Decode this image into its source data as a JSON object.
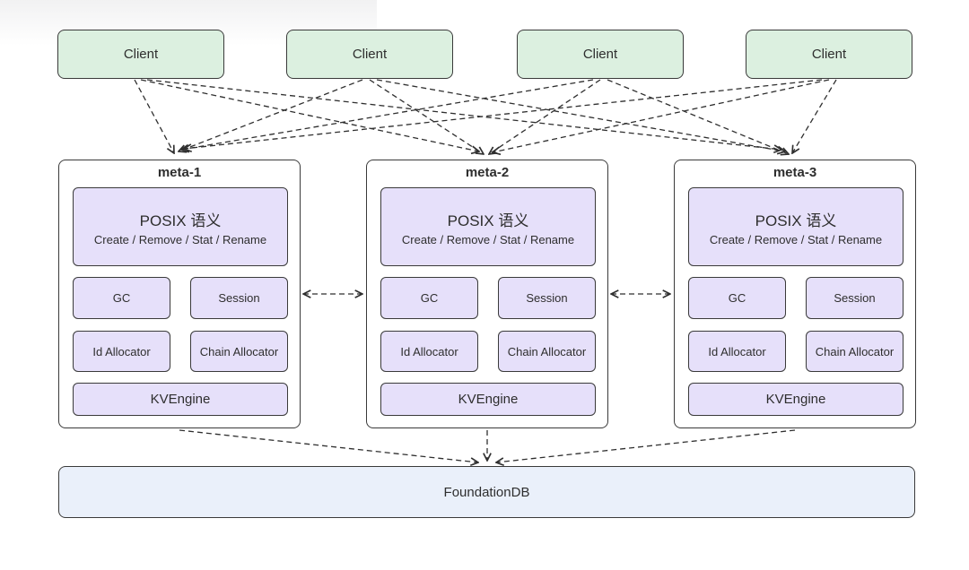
{
  "colors": {
    "client_fill": "#dcf0e0",
    "module_fill": "#e6e0fa",
    "storage_fill": "#eaf0fa",
    "node_border": "#3a3a3a",
    "connector": "#2f2f2f",
    "text": "#2e2e2e"
  },
  "clients": [
    {
      "label": "Client"
    },
    {
      "label": "Client"
    },
    {
      "label": "Client"
    },
    {
      "label": "Client"
    }
  ],
  "meta_nodes": [
    {
      "title": "meta-1",
      "posix_title": "POSIX 语义",
      "posix_subtitle": "Create / Remove / Stat / Rename",
      "modules": [
        "GC",
        "Session",
        "Id Allocator",
        "Chain Allocator"
      ],
      "engine": "KVEngine"
    },
    {
      "title": "meta-2",
      "posix_title": "POSIX 语义",
      "posix_subtitle": "Create / Remove / Stat / Rename",
      "modules": [
        "GC",
        "Session",
        "Id Allocator",
        "Chain Allocator"
      ],
      "engine": "KVEngine"
    },
    {
      "title": "meta-3",
      "posix_title": "POSIX 语义",
      "posix_subtitle": "Create / Remove / Stat / Rename",
      "modules": [
        "GC",
        "Session",
        "Id Allocator",
        "Chain Allocator"
      ],
      "engine": "KVEngine"
    }
  ],
  "storage": {
    "label": "FoundationDB"
  }
}
